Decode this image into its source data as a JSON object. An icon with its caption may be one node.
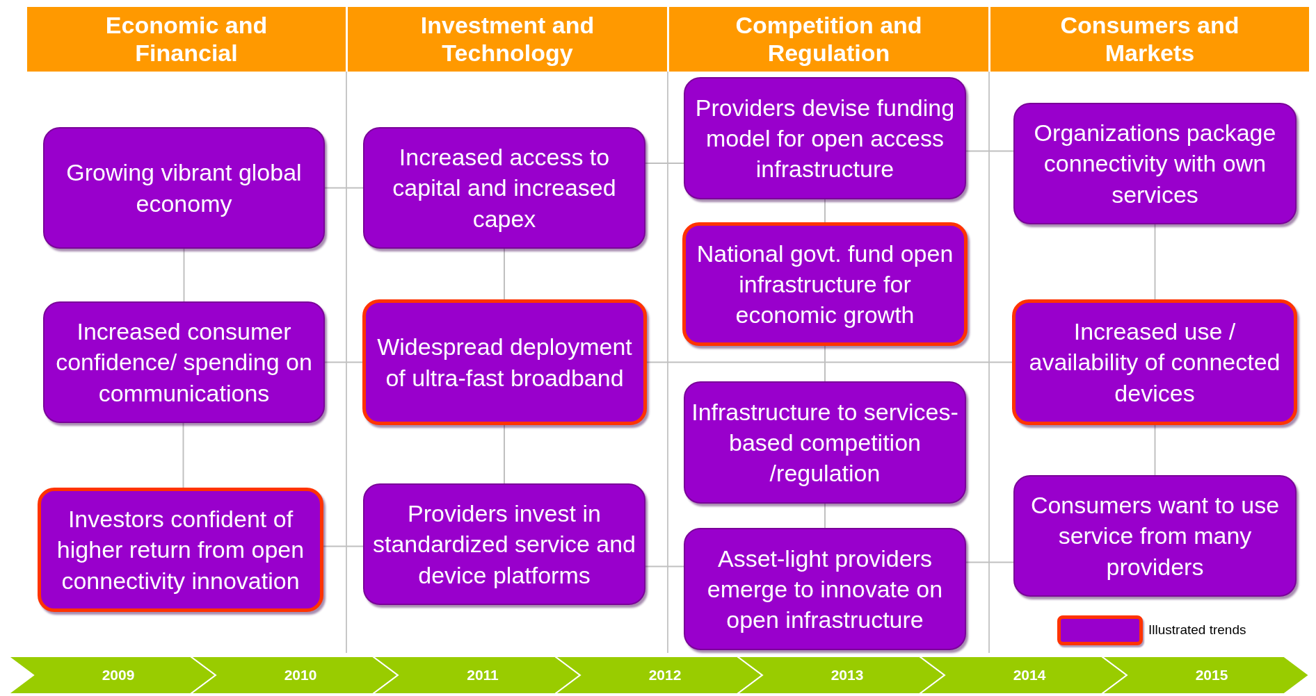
{
  "diagram": {
    "nodes": [
      {
        "text": [
          "Economic and Financial"
        ]
      },
      {
        "text": [
          "Investment and Technology"
        ]
      },
      {
        "text": [
          "Competition and Regulation"
        ]
      },
      {
        "text": [
          "Consumers and Markets"
        ]
      },
      {
        "text": [
          "Growing vibrant global economy"
        ]
      },
      {
        "text": [
          "Increased consumer confidence/ spending on communications"
        ]
      },
      {
        "text": [
          "Investors confident of higher return from open connectivity innovation"
        ]
      },
      {
        "text": [
          "Increased access to capital and increased capex"
        ]
      },
      {
        "text": [
          "Widespread deployment of ultra-fast broadband"
        ]
      },
      {
        "text": [
          "Providers invest in standardized service and device platforms"
        ]
      },
      {
        "text": [
          "Providers devise funding model for open access infrastructure"
        ]
      },
      {
        "text": [
          "National govt. fund open infrastructure for economic growth"
        ]
      },
      {
        "text": [
          "Infrastructure to services-based competition /regulation"
        ]
      },
      {
        "text": [
          "Asset-light providers emerge to innovate on open infrastructure"
        ]
      },
      {
        "text": [
          "Organizations package connectivity with own services"
        ]
      },
      {
        "text": [
          "Increased use / availability of connected devices"
        ]
      },
      {
        "text": [
          "Consumers want to use service from many providers"
        ]
      }
    ],
    "labels": [
      "2009",
      "2010",
      "2011",
      "2012",
      "2013",
      "2014",
      "2015"
    ],
    "edges": [
      {
        "from": 4,
        "to": 5,
        "arrow": "none"
      },
      {
        "from": 5,
        "to": 6,
        "arrow": "none"
      },
      {
        "from": 4,
        "to": 7,
        "arrow": "none"
      },
      {
        "from": 5,
        "to": 8,
        "arrow": "none"
      },
      {
        "from": 6,
        "to": 9,
        "arrow": "none"
      },
      {
        "from": 7,
        "to": 8,
        "arrow": "none"
      },
      {
        "from": 8,
        "to": 9,
        "arrow": "none"
      },
      {
        "from": 7,
        "to": 10,
        "arrow": "none"
      },
      {
        "from": 8,
        "to": 15,
        "arrow": "none"
      },
      {
        "from": 9,
        "to": 13,
        "arrow": "none"
      },
      {
        "from": 10,
        "to": 11,
        "arrow": "none"
      },
      {
        "from": 11,
        "to": 12,
        "arrow": "none"
      },
      {
        "from": 12,
        "to": 13,
        "arrow": "none"
      },
      {
        "from": 10,
        "to": 14,
        "arrow": "none"
      },
      {
        "from": 13,
        "to": 16,
        "arrow": "none"
      },
      {
        "from": 14,
        "to": 15,
        "arrow": "none"
      },
      {
        "from": 15,
        "to": 16,
        "arrow": "none"
      }
    ],
    "legend": [
      {
        "text": "Illustrated trends"
      }
    ]
  }
}
